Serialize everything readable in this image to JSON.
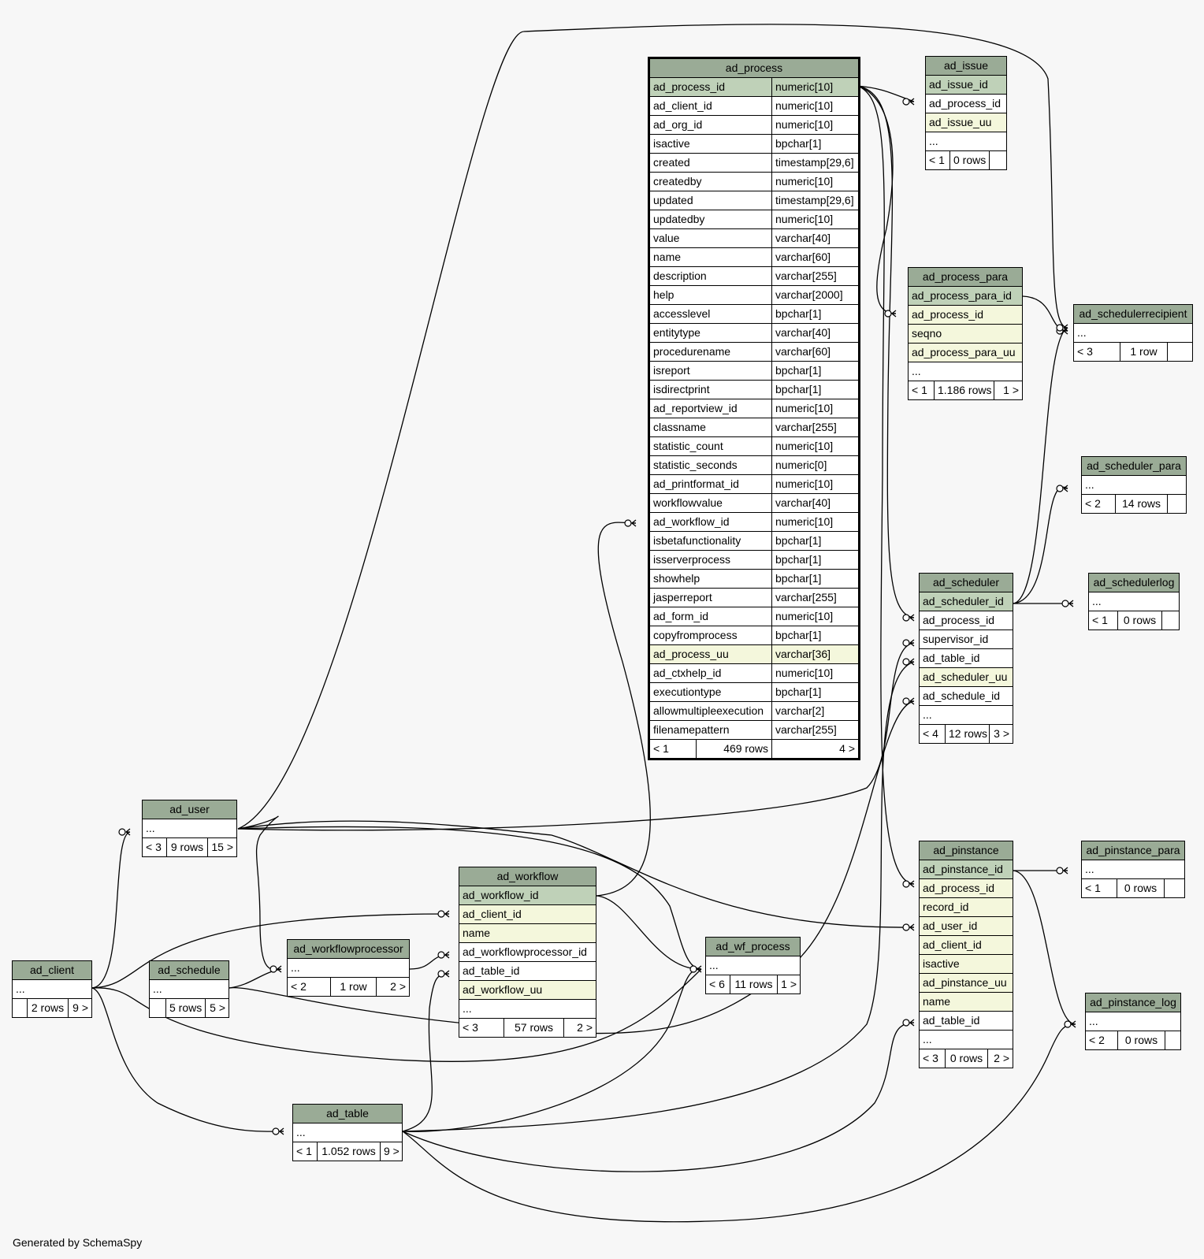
{
  "footer": "Generated by SchemaSpy",
  "colors": {
    "header": "#9aab96",
    "primary_key": "#bfd1b8",
    "foreign_key": "#f4f7dc",
    "background": "#f7f7f7"
  },
  "tables": {
    "ad_process": {
      "name": "ad_process",
      "columns": [
        {
          "name": "ad_process_id",
          "type": "numeric[10]",
          "kind": "pk"
        },
        {
          "name": "ad_client_id",
          "type": "numeric[10]"
        },
        {
          "name": "ad_org_id",
          "type": "numeric[10]"
        },
        {
          "name": "isactive",
          "type": "bpchar[1]"
        },
        {
          "name": "created",
          "type": "timestamp[29,6]"
        },
        {
          "name": "createdby",
          "type": "numeric[10]"
        },
        {
          "name": "updated",
          "type": "timestamp[29,6]"
        },
        {
          "name": "updatedby",
          "type": "numeric[10]"
        },
        {
          "name": "value",
          "type": "varchar[40]"
        },
        {
          "name": "name",
          "type": "varchar[60]"
        },
        {
          "name": "description",
          "type": "varchar[255]"
        },
        {
          "name": "help",
          "type": "varchar[2000]"
        },
        {
          "name": "accesslevel",
          "type": "bpchar[1]"
        },
        {
          "name": "entitytype",
          "type": "varchar[40]"
        },
        {
          "name": "procedurename",
          "type": "varchar[60]"
        },
        {
          "name": "isreport",
          "type": "bpchar[1]"
        },
        {
          "name": "isdirectprint",
          "type": "bpchar[1]"
        },
        {
          "name": "ad_reportview_id",
          "type": "numeric[10]"
        },
        {
          "name": "classname",
          "type": "varchar[255]"
        },
        {
          "name": "statistic_count",
          "type": "numeric[10]"
        },
        {
          "name": "statistic_seconds",
          "type": "numeric[0]"
        },
        {
          "name": "ad_printformat_id",
          "type": "numeric[10]"
        },
        {
          "name": "workflowvalue",
          "type": "varchar[40]"
        },
        {
          "name": "ad_workflow_id",
          "type": "numeric[10]"
        },
        {
          "name": "isbetafunctionality",
          "type": "bpchar[1]"
        },
        {
          "name": "isserverprocess",
          "type": "bpchar[1]"
        },
        {
          "name": "showhelp",
          "type": "bpchar[1]"
        },
        {
          "name": "jasperreport",
          "type": "varchar[255]"
        },
        {
          "name": "ad_form_id",
          "type": "numeric[10]"
        },
        {
          "name": "copyfromprocess",
          "type": "bpchar[1]"
        },
        {
          "name": "ad_process_uu",
          "type": "varchar[36]",
          "kind": "fk"
        },
        {
          "name": "ad_ctxhelp_id",
          "type": "numeric[10]"
        },
        {
          "name": "executiontype",
          "type": "bpchar[1]"
        },
        {
          "name": "allowmultipleexecution",
          "type": "varchar[2]"
        },
        {
          "name": "filenamepattern",
          "type": "varchar[255]"
        }
      ],
      "footer": [
        "< 1",
        "469 rows",
        "4 >"
      ]
    },
    "ad_issue": {
      "name": "ad_issue",
      "columns": [
        {
          "name": "ad_issue_id",
          "kind": "pk"
        },
        {
          "name": "ad_process_id"
        },
        {
          "name": "ad_issue_uu",
          "kind": "fk"
        },
        {
          "name": "..."
        }
      ],
      "footer": [
        "< 1",
        "0 rows",
        ""
      ]
    },
    "ad_process_para": {
      "name": "ad_process_para",
      "columns": [
        {
          "name": "ad_process_para_id",
          "kind": "pk"
        },
        {
          "name": "ad_process_id",
          "kind": "fk"
        },
        {
          "name": "seqno",
          "kind": "fk"
        },
        {
          "name": "ad_process_para_uu",
          "kind": "fk"
        },
        {
          "name": "..."
        }
      ],
      "footer": [
        "< 1",
        "1.186 rows",
        "1 >"
      ]
    },
    "ad_schedulerrecipient": {
      "name": "ad_schedulerrecipient",
      "columns": [
        {
          "name": "..."
        }
      ],
      "footer": [
        "< 3",
        "1 row",
        ""
      ]
    },
    "ad_scheduler_para": {
      "name": "ad_scheduler_para",
      "columns": [
        {
          "name": "..."
        }
      ],
      "footer": [
        "< 2",
        "14 rows",
        ""
      ]
    },
    "ad_schedulerlog": {
      "name": "ad_schedulerlog",
      "columns": [
        {
          "name": "..."
        }
      ],
      "footer": [
        "< 1",
        "0 rows",
        ""
      ]
    },
    "ad_scheduler": {
      "name": "ad_scheduler",
      "columns": [
        {
          "name": "ad_scheduler_id",
          "kind": "pk"
        },
        {
          "name": "ad_process_id"
        },
        {
          "name": "supervisor_id"
        },
        {
          "name": "ad_table_id"
        },
        {
          "name": "ad_scheduler_uu",
          "kind": "fk"
        },
        {
          "name": "ad_schedule_id"
        },
        {
          "name": "..."
        }
      ],
      "footer": [
        "< 4",
        "12 rows",
        "3 >"
      ]
    },
    "ad_pinstance": {
      "name": "ad_pinstance",
      "columns": [
        {
          "name": "ad_pinstance_id",
          "kind": "pk"
        },
        {
          "name": "ad_process_id",
          "kind": "fk"
        },
        {
          "name": "record_id",
          "kind": "fk"
        },
        {
          "name": "ad_user_id",
          "kind": "fk"
        },
        {
          "name": "ad_client_id",
          "kind": "fk"
        },
        {
          "name": "isactive",
          "kind": "fk"
        },
        {
          "name": "ad_pinstance_uu",
          "kind": "fk"
        },
        {
          "name": "name",
          "kind": "fk"
        },
        {
          "name": "ad_table_id"
        },
        {
          "name": "..."
        }
      ],
      "footer": [
        "< 3",
        "0 rows",
        "2 >"
      ]
    },
    "ad_pinstance_para": {
      "name": "ad_pinstance_para",
      "columns": [
        {
          "name": "..."
        }
      ],
      "footer": [
        "< 1",
        "0 rows",
        ""
      ]
    },
    "ad_pinstance_log": {
      "name": "ad_pinstance_log",
      "columns": [
        {
          "name": "..."
        }
      ],
      "footer": [
        "< 2",
        "0 rows",
        ""
      ]
    },
    "ad_user": {
      "name": "ad_user",
      "columns": [
        {
          "name": "..."
        }
      ],
      "footer": [
        "< 3",
        "9 rows",
        "15 >"
      ]
    },
    "ad_client": {
      "name": "ad_client",
      "columns": [
        {
          "name": "..."
        }
      ],
      "footer": [
        "",
        "2 rows",
        "9 >"
      ]
    },
    "ad_schedule": {
      "name": "ad_schedule",
      "columns": [
        {
          "name": "..."
        }
      ],
      "footer": [
        "",
        "5 rows",
        "5 >"
      ]
    },
    "ad_workflowprocessor": {
      "name": "ad_workflowprocessor",
      "columns": [
        {
          "name": "..."
        }
      ],
      "footer": [
        "< 2",
        "1 row",
        "2 >"
      ]
    },
    "ad_workflow": {
      "name": "ad_workflow",
      "columns": [
        {
          "name": "ad_workflow_id",
          "kind": "pk"
        },
        {
          "name": "ad_client_id",
          "kind": "fk"
        },
        {
          "name": "name",
          "kind": "fk"
        },
        {
          "name": "ad_workflowprocessor_id"
        },
        {
          "name": "ad_table_id"
        },
        {
          "name": "ad_workflow_uu",
          "kind": "fk"
        },
        {
          "name": "..."
        }
      ],
      "footer": [
        "< 3",
        "57 rows",
        "2 >"
      ]
    },
    "ad_wf_process": {
      "name": "ad_wf_process",
      "columns": [
        {
          "name": "..."
        }
      ],
      "footer": [
        "< 6",
        "11 rows",
        "1 >"
      ]
    },
    "ad_table": {
      "name": "ad_table",
      "columns": [
        {
          "name": "..."
        }
      ],
      "footer": [
        "< 1",
        "1.052 rows",
        "9 >"
      ]
    }
  }
}
